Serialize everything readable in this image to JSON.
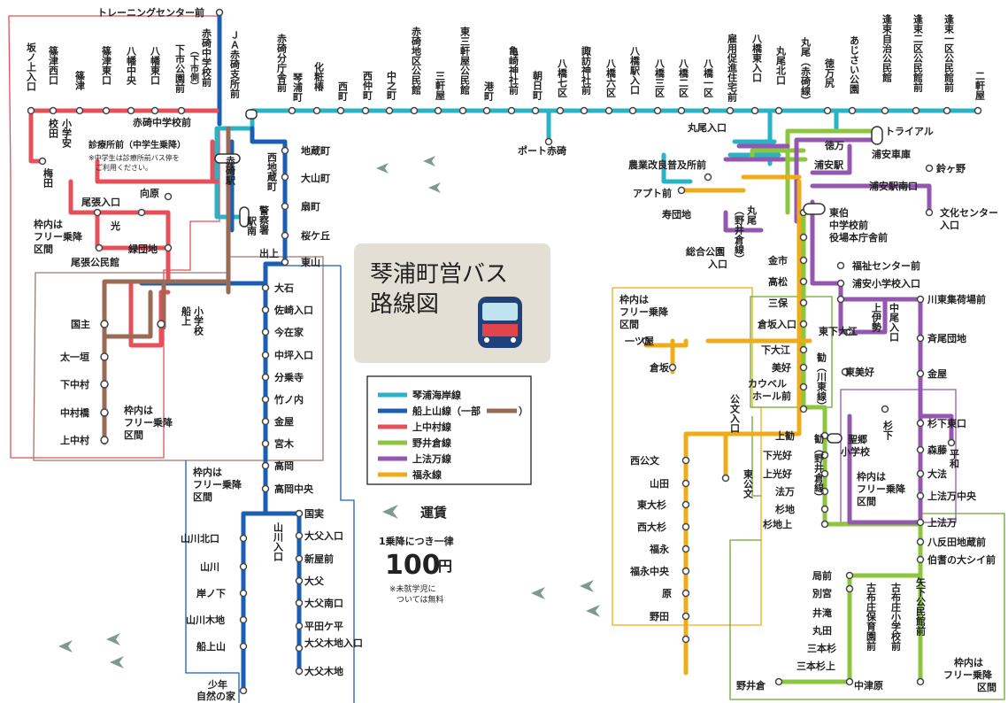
{
  "title": {
    "line1": "琴浦町営バス",
    "line2": "路線図"
  },
  "colors": {
    "kotoura_kaigan": "#29b3c4",
    "funaueyama": "#1a5fb4",
    "funaueyama_part": "#9a6a55",
    "kaminakamura": "#e5505a",
    "noikura": "#8cc63e",
    "kamihouman": "#9457b0",
    "fukunaga": "#f0ac18",
    "free_red": "#e5505a",
    "free_brown": "#a0786a",
    "free_blue": "#1a5fb4",
    "free_purple": "#9457b0",
    "free_orange": "#f0ac18",
    "free_green": "#6aa82e",
    "title_bg": "#e4dfd4",
    "title_text": "#9a8a76"
  },
  "legend": {
    "items": [
      {
        "key": "kotoura_kaigan",
        "label": "琴浦海岸線"
      },
      {
        "key": "funaueyama",
        "label": "船上山線（一部"
      },
      {
        "key": "kaminakamura",
        "label": "上中村線"
      },
      {
        "key": "noikura",
        "label": "野井倉線"
      },
      {
        "key": "kamihouman",
        "label": "上法万線"
      },
      {
        "key": "fukunaga",
        "label": "福永線"
      }
    ],
    "paren_close": "）"
  },
  "fare": {
    "heading": "運賃",
    "per_ride": "1乗降につき一律",
    "amount": "100",
    "unit": "円",
    "note_line1": "※未就学児に",
    "note_line2": "ついては無料"
  },
  "free_zone_label": {
    "line1": "枠内は",
    "line2": "フリー乗降",
    "line3": "区間"
  },
  "clinic_note": {
    "line1": "※中学生は診療所前バス停を",
    "line2": "ご利用ください。"
  },
  "stops_h": {
    "training": "トレーニングセンター前",
    "akasaki_chugaku_mae": "赤碕中学校前",
    "shinryojo": "診療所前（中学生乗降）",
    "owari_iriguchi": "尾張入口",
    "mukaibara": "向原",
    "hikari": "光",
    "ryokudanchi": "緑団地",
    "owari_kominkan": "尾張公民館",
    "chizocho": "地蔵町",
    "oyamacho": "大山町",
    "ogimachi": "扇町",
    "sakuragaoka": "桜ケ丘",
    "higashiyama": "東山",
    "deue": "出上",
    "oishi": "大石",
    "sakuraiguchi": "佐崎入口",
    "imazaike": "今在家",
    "nakatsubo": "中坪入口",
    "bunjoji": "分乗寺",
    "takenouchi": "竹ノ内",
    "kanaya": "金屋",
    "miyaki": "宮木",
    "takaoka": "高岡",
    "takaoka_chuo": "高岡中央",
    "kunizane": "国実",
    "daibu_iriguchi": "大父入口",
    "shinsato": "新屋前",
    "daibu": "大父",
    "daibu_minamiguchi": "大父南口",
    "hiradagahira": "平田ケ平",
    "daibukiji_iriguchi": "大父木地入口",
    "daibukiji": "大父木地",
    "yamakawa_kitaguchi": "山川北口",
    "yamakawa": "山川",
    "kishinoshita": "岸ノ下",
    "yamakawa_kiji": "山川木地",
    "funaueyama": "船上山",
    "kunishu": "国主",
    "taichigaki": "太一垣",
    "shimonakamura": "下中村",
    "nakamurabashi": "中村橋",
    "kaminakamura": "上中村",
    "port_akasaki": "ポート赤碕",
    "maruo_iriguchi": "丸尾入口",
    "nogyo": "農業改良普及所前",
    "apt_mae": "アプト前",
    "jyudanchi": "寿団地",
    "tokuman": "徳万",
    "trial": "トライアル",
    "urayasu_shako": "浦安車庫",
    "suzugano": "鈴ヶ野",
    "urayasu_eki": "浦安駅",
    "urayasu_minamiguchi": "浦安駅南口",
    "bunka_center": "文化センター",
    "bunka_center2": "入口",
    "touhaku_chu": "東伯",
    "touhaku_chu2": "中学校前",
    "yakuba": "役場本庁舎前",
    "sogo_koen": "総合公園",
    "sogo_koen2": "入口",
    "kanaichi": "金市",
    "takamatsu": "高松",
    "fukushi": "福祉センター前",
    "urayasu_sho": "浦安小学校入口",
    "kawahigashi": "川東集荷場前",
    "sanbo": "三保",
    "kurasaka_iriguchi": "倉坂入口",
    "saioh": "斉尾団地",
    "kanaya2": "金屋",
    "hitotsuya": "一ツ屋",
    "kurasaka": "倉坂",
    "shimoooe": "下大江",
    "higashishimoooe": "東下大江",
    "miyoshi": "美好",
    "kauberu": "カウベル",
    "kauberu2": "ホール前",
    "higashimiyoshi": "東美好",
    "suginoshita_higashi": "杉下東口",
    "morifuji": "森藤",
    "daiho": "大法",
    "kamihouman_chuo": "上法万中央",
    "kamihouman": "上法万",
    "kamimagari": "上勧",
    "shimokouyoshi": "下光好",
    "kamikouyoshi": "上光好",
    "houman": "法万",
    "sugichi": "杉地",
    "sugichi_ue": "杉地上",
    "seigo": "聖郷",
    "seigo2": "小学校",
    "nishikoubun": "西公文",
    "yamada": "山田",
    "higashiosugi": "東大杉",
    "nishiosugi": "西大杉",
    "fukunaga": "福永",
    "fukunaga_chuo": "福永中央",
    "hara": "原",
    "noda": "野田",
    "yatada": "八反田地蔵前",
    "hoki": "伯耆の大シイ前",
    "tsubonemae": "局前",
    "betsumiya": "別宮",
    "idaki": "井滝",
    "maruta": "丸田",
    "sanbonsugi": "三本杉",
    "sanbonsugi_ue": "三本杉上",
    "noikura": "野井倉",
    "nakatsuhara": "中津原",
    "shonen": "少年",
    "shonen2": "自然の家"
  },
  "stops_v": {
    "sakanoue": "坂ノ上入口",
    "shinotsu_nishi": "篠津西口",
    "shinotsu": "篠津",
    "shinotsu_higashi": "篠津東口",
    "yawata_chuo": "八幡中央",
    "yawata_higashi": "八幡東口",
    "shimoichi": "下市公園前",
    "akasaki_chu_shimoichi": "赤碕中学校前",
    "shimoichi_gawa": "（下市側）",
    "ja": "ＪＡ赤碕支所前",
    "akasaki_bunchosha": "赤碕分庁舎前",
    "kotoura_machi": "琴浦町",
    "kesho": "化粧椿",
    "nishimachi": "西町",
    "nishinaka": "西仲町",
    "nakanomachi": "中之町",
    "akasaki_chiku": "赤碕地区公民館",
    "sangenya": "三軒屋",
    "higashi_sangenya": "東三軒屋公民館",
    "minatomachi": "港町",
    "kamesaki": "亀崎神社前",
    "asahimachi": "朝日町",
    "yawata7": "八橋七区",
    "suwa": "諏訪神社前",
    "yawata6": "八橋六区",
    "yawata_eki": "八橋駅入口",
    "yawata3": "八橋三区",
    "yawata2": "八橋二区",
    "yawata1": "八橋一区",
    "koyo": "雇用促進住宅前",
    "yawata_higashiguchi": "八橋東入口",
    "maruo_kitaguchi": "丸尾北口",
    "maruo_akasaki": "丸尾（赤碕線）",
    "tokuman_jiri": "徳万尻",
    "ajisai": "あじさい公園",
    "fuji_jichi": "逢束自治公民館",
    "fuji_2ku": "逢束二区公民館前",
    "fuji_1ku": "逢束一区公民館前",
    "nigenya": "二軒屋",
    "umeda": "梅田",
    "kogakuan": "小学安",
    "kogakuan2": "校田",
    "akasaki_eki": "赤碕駅",
    "nishi_chizo": "西地蔵町",
    "keisatsu": "警察署",
    "keisatsu2": "駅南",
    "funaue_sho": "船上",
    "funaue_sho2": "小学校",
    "yamakawa_iriguchi": "山川入口",
    "maruo_noikura": "丸尾",
    "maruo_noikura2": "（野井倉線）",
    "kamiise": "上伊勢",
    "nakao": "中尾入口",
    "isamu_kawahigashi": "勧（川東線）",
    "isamu_noikura": "勧（野井倉線）",
    "koubun_iriguchi": "公文入口",
    "higashikoubun": "東公文",
    "suginoshita": "杉下",
    "hirawa": "平和",
    "yata_kominkan": "矢下公民館前",
    "furufu_sho": "古布庄小学校前",
    "furufu_hoiku": "古布庄保育園前"
  }
}
